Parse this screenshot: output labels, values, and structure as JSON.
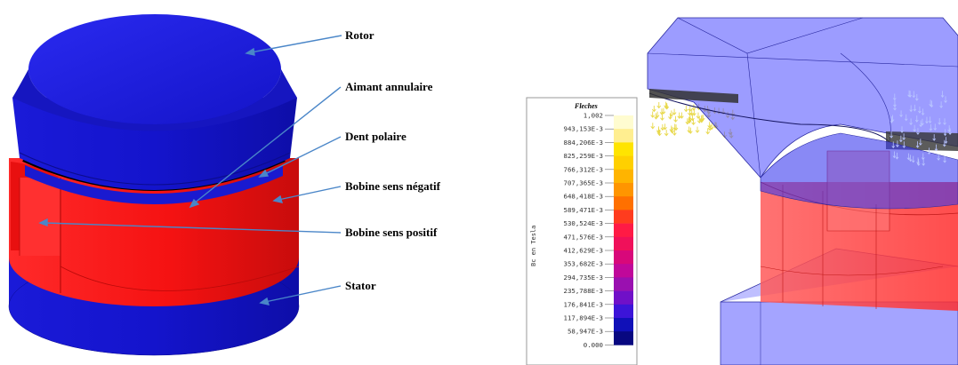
{
  "left_figure": {
    "callouts": [
      {
        "id": "rotor",
        "label": "Rotor"
      },
      {
        "id": "aimant",
        "label": "Aimant annulaire"
      },
      {
        "id": "dent",
        "label": "Dent polaire"
      },
      {
        "id": "bobine-neg",
        "label": "Bobine sens négatif"
      },
      {
        "id": "bobine-pos",
        "label": "Bobine sens positif"
      },
      {
        "id": "stator",
        "label": "Stator"
      }
    ],
    "colors": {
      "rotor": "#1a1adf",
      "coil": "#ff1a1a",
      "magnet": "#000000",
      "arrow": "#4a86c8"
    }
  },
  "right_figure": {
    "legend": {
      "title": "Fleches",
      "axis_label": "Bc en Tesla",
      "ticks": [
        "1,002",
        "943,153E-3",
        "884,206E-3",
        "825,259E-3",
        "766,312E-3",
        "707,365E-3",
        "648,418E-3",
        "589,471E-3",
        "530,524E-3",
        "471,576E-3",
        "412,629E-3",
        "353,682E-3",
        "294,735E-3",
        "235,788E-3",
        "176,841E-3",
        "117,894E-3",
        "58,947E-3",
        "0.000"
      ],
      "colors": [
        "#fffcd0",
        "#ffee90",
        "#ffe400",
        "#ffd000",
        "#ffb400",
        "#ff9500",
        "#ff7000",
        "#ff3c1e",
        "#ff1a45",
        "#f0105a",
        "#d8087a",
        "#c0089a",
        "#9a10b0",
        "#7010c8",
        "#3c14d8",
        "#1010b8",
        "#080880"
      ]
    }
  }
}
